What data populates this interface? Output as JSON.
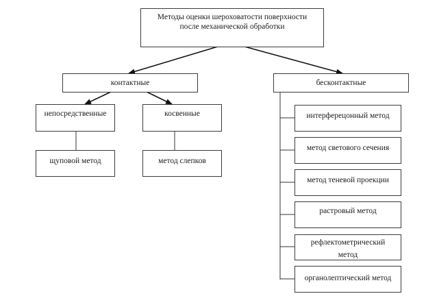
{
  "diagram": {
    "cropped_caption": "",
    "root": {
      "label_line1": "Методы оценки шероховатости поверхности",
      "label_line2": "после механической обработки"
    },
    "contact": {
      "label": "контактные",
      "children": [
        {
          "label": "непосредственные",
          "method": "щуповой метод"
        },
        {
          "label": "косвенные",
          "method": "метод слепков"
        }
      ]
    },
    "noncontact": {
      "label": "бесконтактные",
      "methods": [
        {
          "label": "интерферецонный метод"
        },
        {
          "label": "метод светового сечения"
        },
        {
          "label": "метод теневой проекции"
        },
        {
          "label": "растровый метод"
        },
        {
          "label": "рефлектометрический",
          "label_line2": "метод"
        },
        {
          "label": "органолептический метод"
        }
      ]
    }
  }
}
